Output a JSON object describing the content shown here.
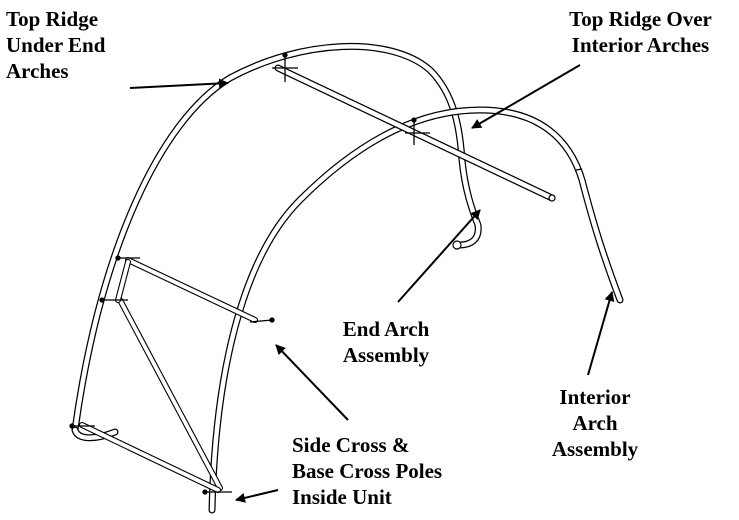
{
  "labels": {
    "top_ridge_under_end": [
      "Top Ridge",
      "Under End",
      "Arches"
    ],
    "top_ridge_over_interior": [
      "Top Ridge Over",
      "Interior Arches"
    ],
    "end_arch_assembly": [
      "End Arch",
      "Assembly"
    ],
    "interior_arch_assembly": [
      "Interior",
      "Arch",
      "Assembly"
    ],
    "side_cross_base_cross": [
      "Side Cross &",
      "Base Cross Poles",
      "Inside Unit"
    ]
  },
  "colors": {
    "ink": "#000000",
    "background": "#ffffff",
    "tube_fill": "#ffffff"
  }
}
